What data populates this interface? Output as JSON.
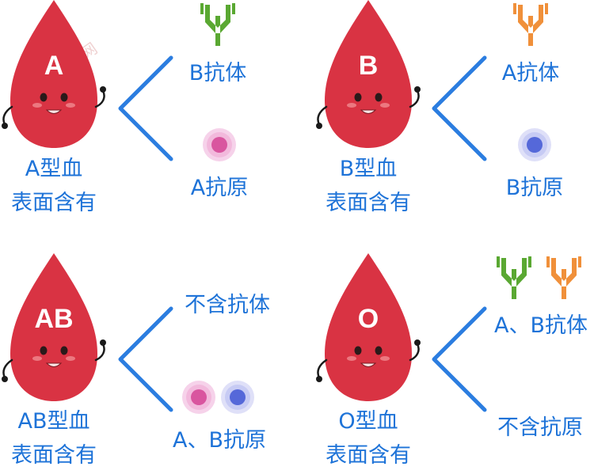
{
  "watermark": "39健康网",
  "colors": {
    "drop": "#d93343",
    "bracket": "#2b7de0",
    "label": "#1e73d8",
    "antibody_green": "#5aa832",
    "antibody_orange": "#f0903a",
    "antigen_a": "#d9559f",
    "antigen_b": "#5568d9"
  },
  "panels": [
    {
      "drop_letter": "A",
      "type_label": "A型血",
      "sub_label": "表面含有",
      "top_text": "B抗体",
      "bottom_text": "A抗原",
      "top_icons": [
        "antibody-green"
      ],
      "bottom_icons": [
        "antigen-pink"
      ]
    },
    {
      "drop_letter": "B",
      "type_label": "B型血",
      "sub_label": "表面含有",
      "top_text": "A抗体",
      "bottom_text": "B抗原",
      "top_icons": [
        "antibody-orange"
      ],
      "bottom_icons": [
        "antigen-blue"
      ]
    },
    {
      "drop_letter": "AB",
      "type_label": "AB型血",
      "sub_label": "表面含有",
      "top_text": "不含抗体",
      "bottom_text": "A、B抗原",
      "top_icons": [],
      "bottom_icons": [
        "antigen-pink",
        "antigen-blue"
      ]
    },
    {
      "drop_letter": "O",
      "type_label": "O型血",
      "sub_label": "表面含有",
      "top_text": "A、B抗体",
      "bottom_text": "不含抗原",
      "top_icons": [
        "antibody-green",
        "antibody-orange"
      ],
      "bottom_icons": []
    }
  ]
}
